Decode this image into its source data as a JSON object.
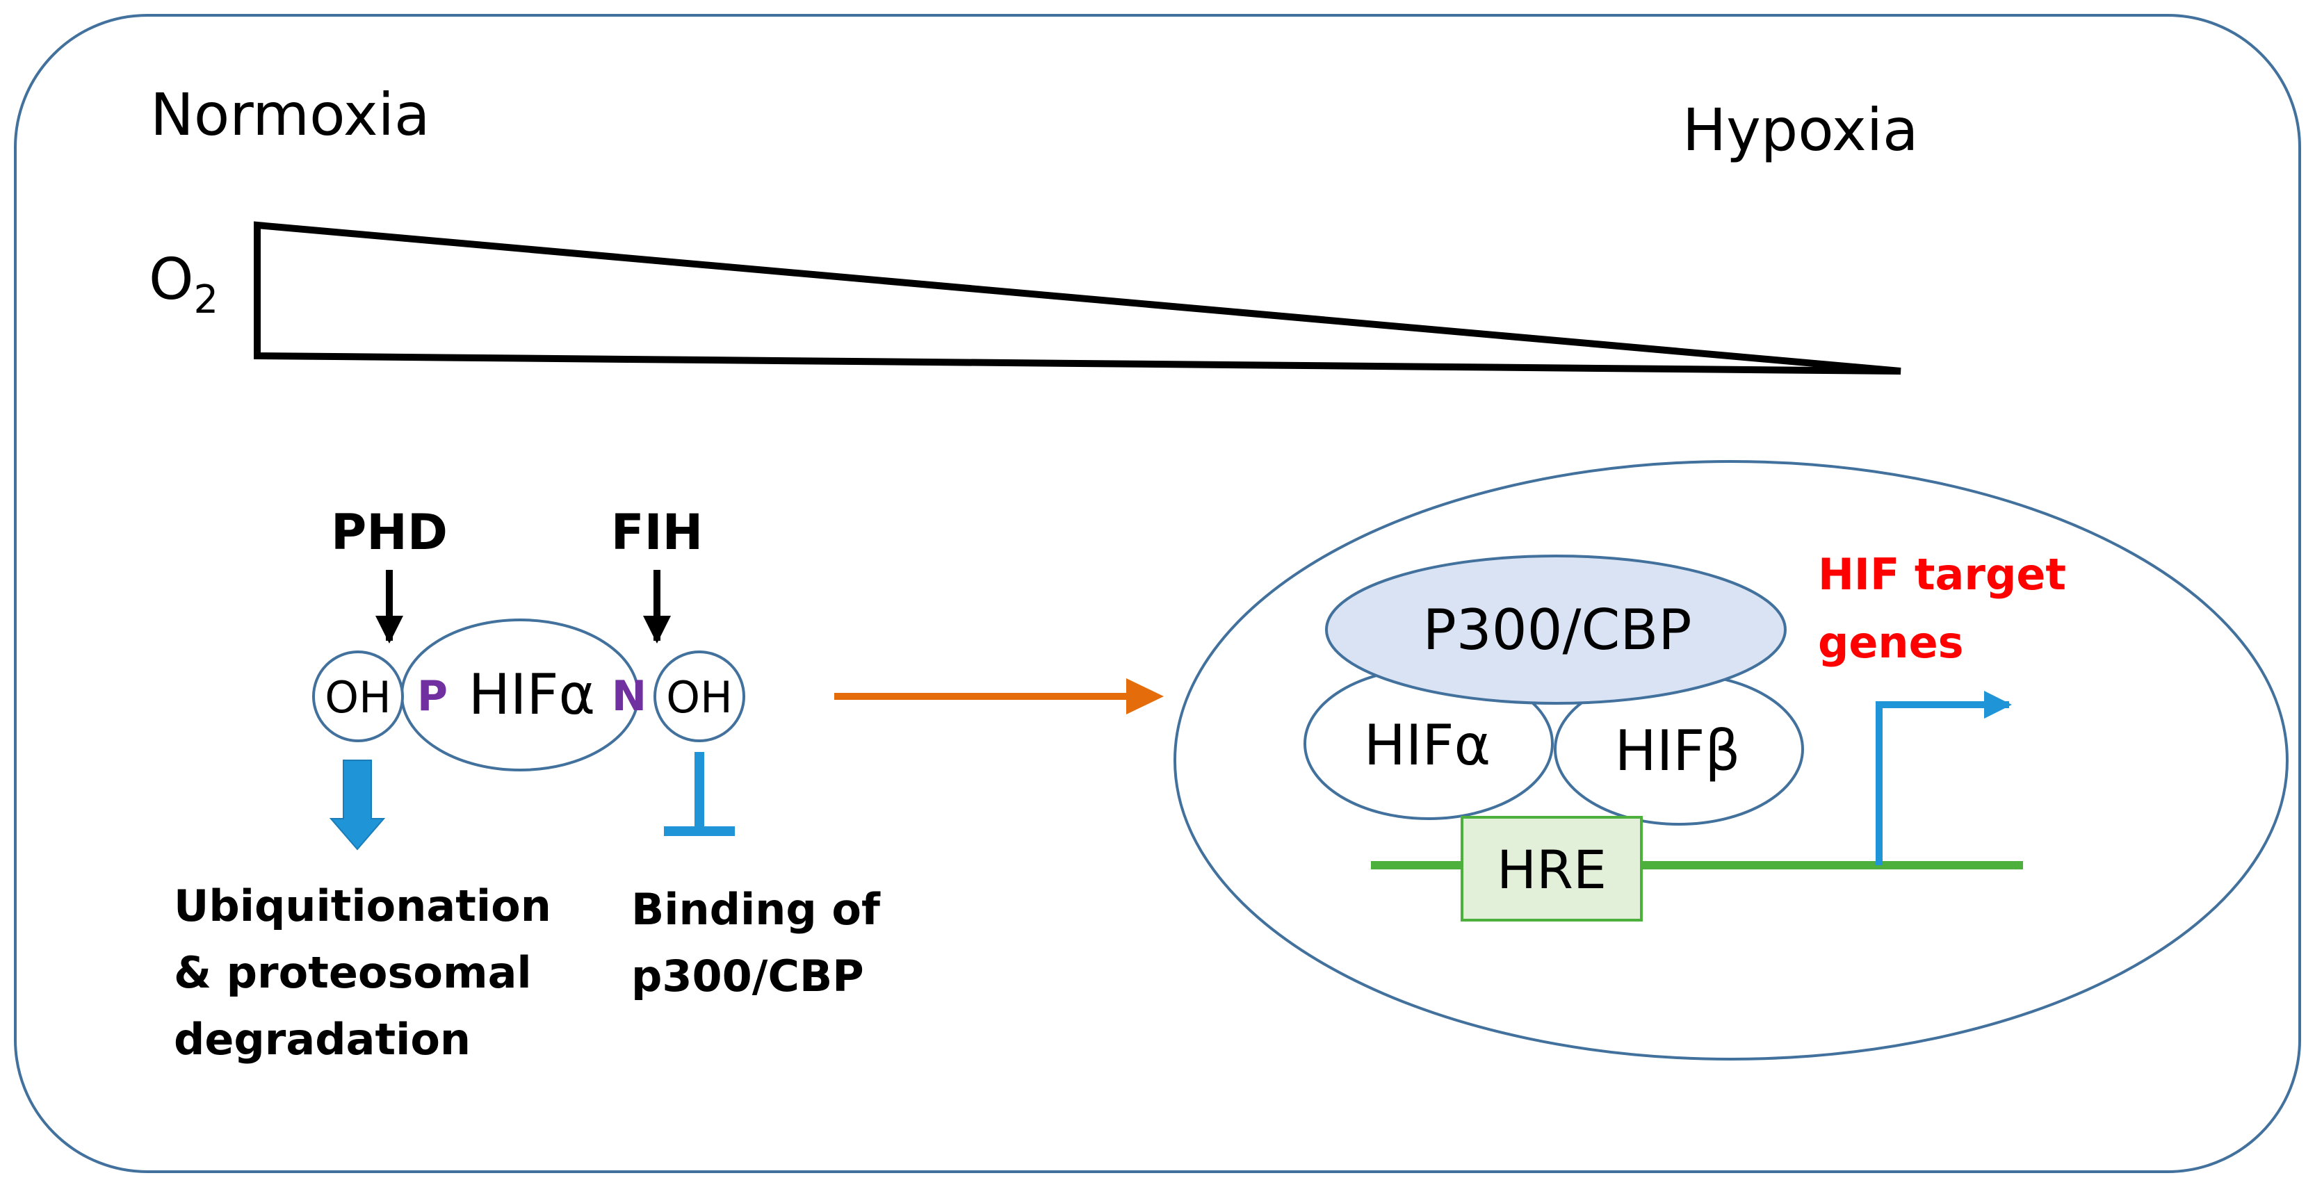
{
  "labels": {
    "normoxia": "Normoxia",
    "hypoxia": "Hypoxia",
    "o2_main": "O",
    "o2_sub": "2",
    "phd": "PHD",
    "fih": "FIH",
    "oh_left": "OH",
    "oh_right": "OH",
    "p_mark": "P",
    "n_mark": "N",
    "hif_alpha_left": "HIFα",
    "ubiq_line1": "Ubiquitionation",
    "ubiq_line2": "& proteosomal",
    "ubiq_line3": "degradation",
    "binding_line1": "Binding of",
    "binding_line2": "p300/CBP",
    "p300_cbp": "P300/CBP",
    "hif_alpha_right": "HIFα",
    "hif_beta": "HIFβ",
    "hre": "HRE",
    "target_line1": "HIF target",
    "target_line2": "genes"
  },
  "colors": {
    "frame": "#41719C",
    "outline_blue": "#41719C",
    "black": "#000000",
    "purple": "#7030A0",
    "arrow_blue": "#1F95D8",
    "orange": "#E46C0A",
    "p300_fill": "#DAE3F3",
    "green": "#4DAF3C",
    "hre_fill": "#E2F0D9",
    "red": "#FF0000"
  },
  "icons": {
    "phd_arrow": "arrow-down",
    "fih_arrow": "arrow-down",
    "degradation_arrow": "block-arrow-down",
    "inhibition": "t-bar-inhibit",
    "transition_arrow": "arrow-right",
    "transcription_start": "bent-arrow-right"
  }
}
